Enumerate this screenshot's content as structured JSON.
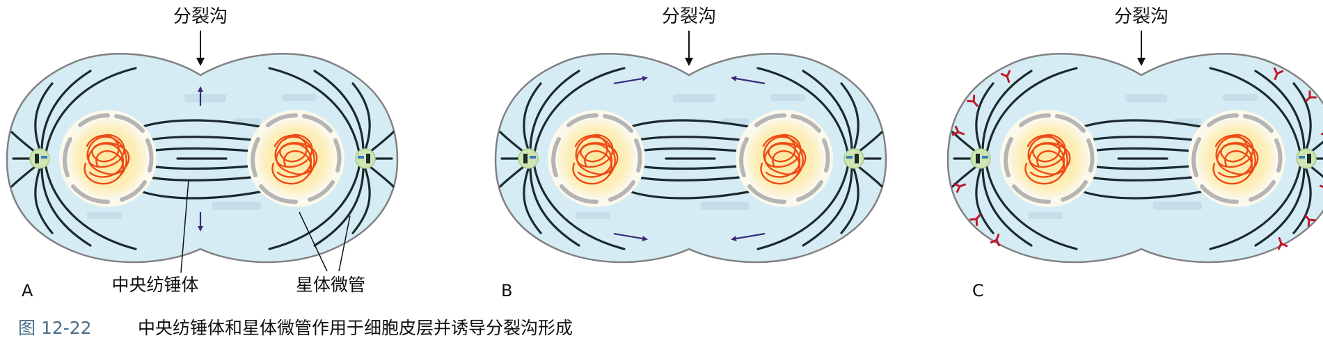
{
  "panels": [
    {
      "id": "A",
      "letter": "A",
      "furrow_label": "分裂沟",
      "variant": "inward-arrows"
    },
    {
      "id": "B",
      "letter": "B",
      "furrow_label": "分裂沟",
      "variant": "side-arrows"
    },
    {
      "id": "C",
      "letter": "C",
      "furrow_label": "分裂沟",
      "variant": "cortex-marks"
    }
  ],
  "annotations": {
    "central_spindle": "中央纺锤体",
    "astral_microtubules": "星体微管"
  },
  "caption": {
    "number": "图 12-22",
    "text": "中央纺锤体和星体微管作用于细胞皮层并诱导分裂沟形成"
  },
  "colors": {
    "cell_fill": "#d5ecf4",
    "cell_stroke": "#777777",
    "microtubule": "#1b2a2e",
    "nucleus_fill": "#fde9a8",
    "nucleus_glow": "#fbf6df",
    "envelope": "#bdbdbd",
    "chromatin": "#ee4a14",
    "centrosome": "#cfe6b3",
    "arrow": "#3a2a7a",
    "cortex_mark": "#c0182a",
    "caption_number": "#4a6f8a"
  }
}
